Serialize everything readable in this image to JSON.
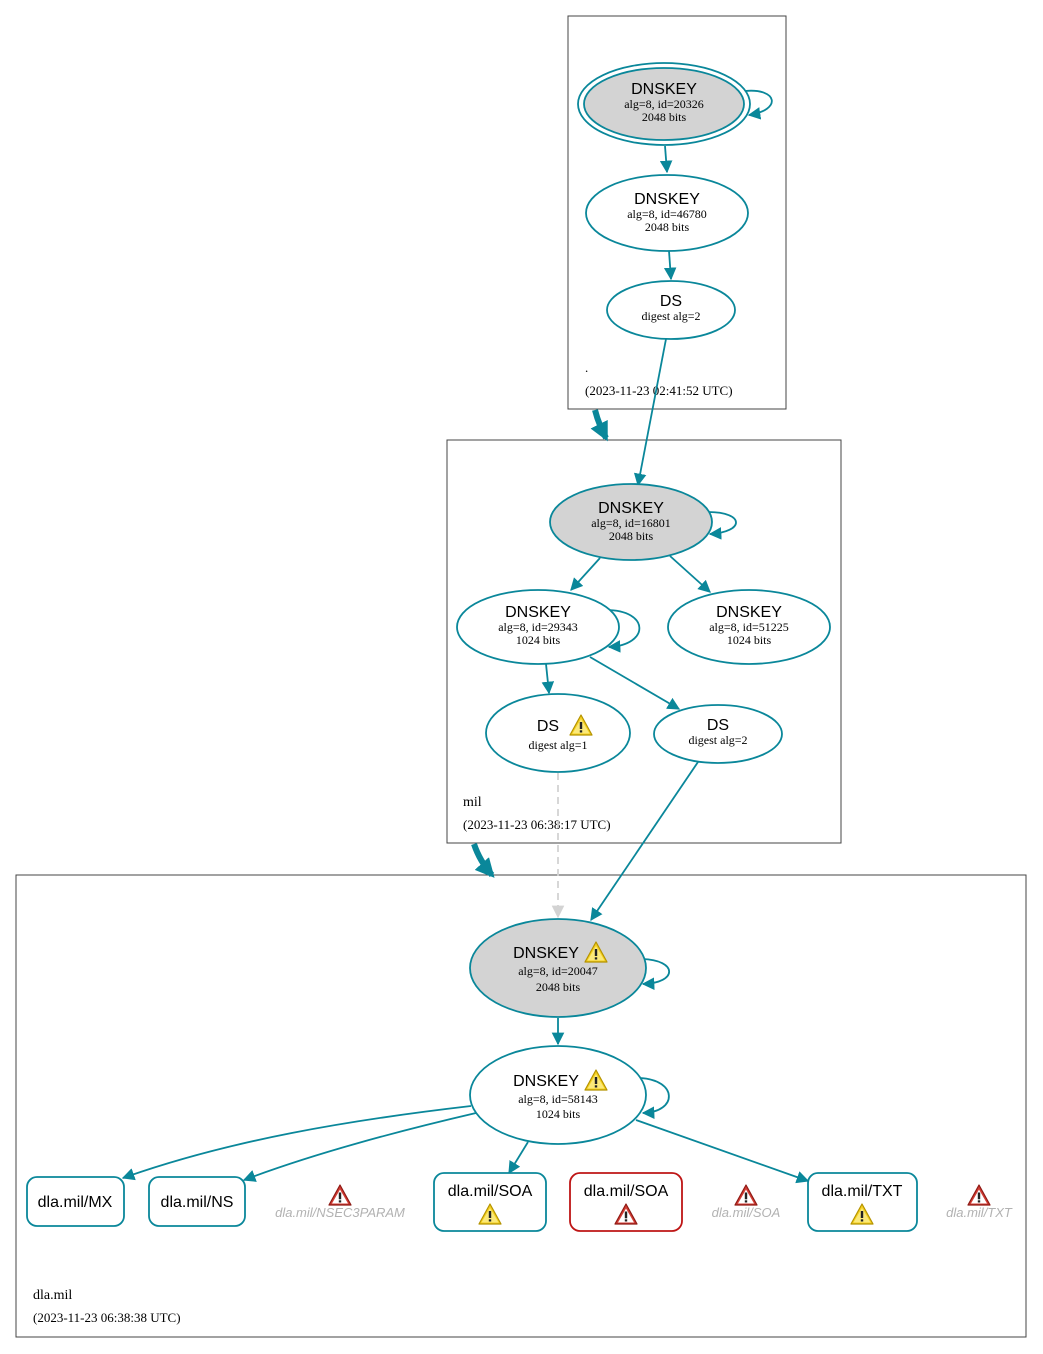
{
  "colors": {
    "edge": "#0a879a",
    "node_fill_secure_entry": "#d3d3d3",
    "node_fill": "#ffffff",
    "error_border": "#be1515",
    "warning_fill": "#f5d01f",
    "error_fill": "#d13b33",
    "gray_text": "#b2b2b2",
    "dashed_edge": "#d3d3d3"
  },
  "zones": [
    {
      "id": "root",
      "name": ".",
      "timestamp": "(2023-11-23 02:41:52 UTC)"
    },
    {
      "id": "mil",
      "name": "mil",
      "timestamp": "(2023-11-23 06:38:17 UTC)"
    },
    {
      "id": "dla",
      "name": "dla.mil",
      "timestamp": "(2023-11-23 06:38:38 UTC)"
    }
  ],
  "nodes": {
    "root_ksk": {
      "title": "DNSKEY",
      "line1": "alg=8, id=20326",
      "line2": "2048 bits"
    },
    "root_zsk": {
      "title": "DNSKEY",
      "line1": "alg=8, id=46780",
      "line2": "2048 bits"
    },
    "root_ds": {
      "title": "DS",
      "line1": "digest alg=2"
    },
    "mil_ksk": {
      "title": "DNSKEY",
      "line1": "alg=8, id=16801",
      "line2": "2048 bits"
    },
    "mil_zsk1": {
      "title": "DNSKEY",
      "line1": "alg=8, id=29343",
      "line2": "1024 bits"
    },
    "mil_zsk2": {
      "title": "DNSKEY",
      "line1": "alg=8, id=51225",
      "line2": "1024 bits"
    },
    "mil_ds1": {
      "title": "DS",
      "line1": "digest alg=1",
      "warning": true
    },
    "mil_ds2": {
      "title": "DS",
      "line1": "digest alg=2"
    },
    "dla_ksk": {
      "title": "DNSKEY",
      "line1": "alg=8, id=20047",
      "line2": "2048 bits",
      "warning": true
    },
    "dla_zsk": {
      "title": "DNSKEY",
      "line1": "alg=8, id=58143",
      "line2": "1024 bits",
      "warning": true
    }
  },
  "records": [
    {
      "label": "dla.mil/MX",
      "status": "secure"
    },
    {
      "label": "dla.mil/NS",
      "status": "secure"
    },
    {
      "label": "dla.mil/NSEC3PARAM",
      "status": "error-missing"
    },
    {
      "label": "dla.mil/SOA",
      "status": "warning"
    },
    {
      "label": "dla.mil/SOA",
      "status": "error"
    },
    {
      "label": "dla.mil/SOA",
      "status": "error-missing"
    },
    {
      "label": "dla.mil/TXT",
      "status": "warning"
    },
    {
      "label": "dla.mil/TXT",
      "status": "error-missing"
    }
  ],
  "icons": {
    "warning": "warning-triangle-icon",
    "error": "error-triangle-icon"
  }
}
